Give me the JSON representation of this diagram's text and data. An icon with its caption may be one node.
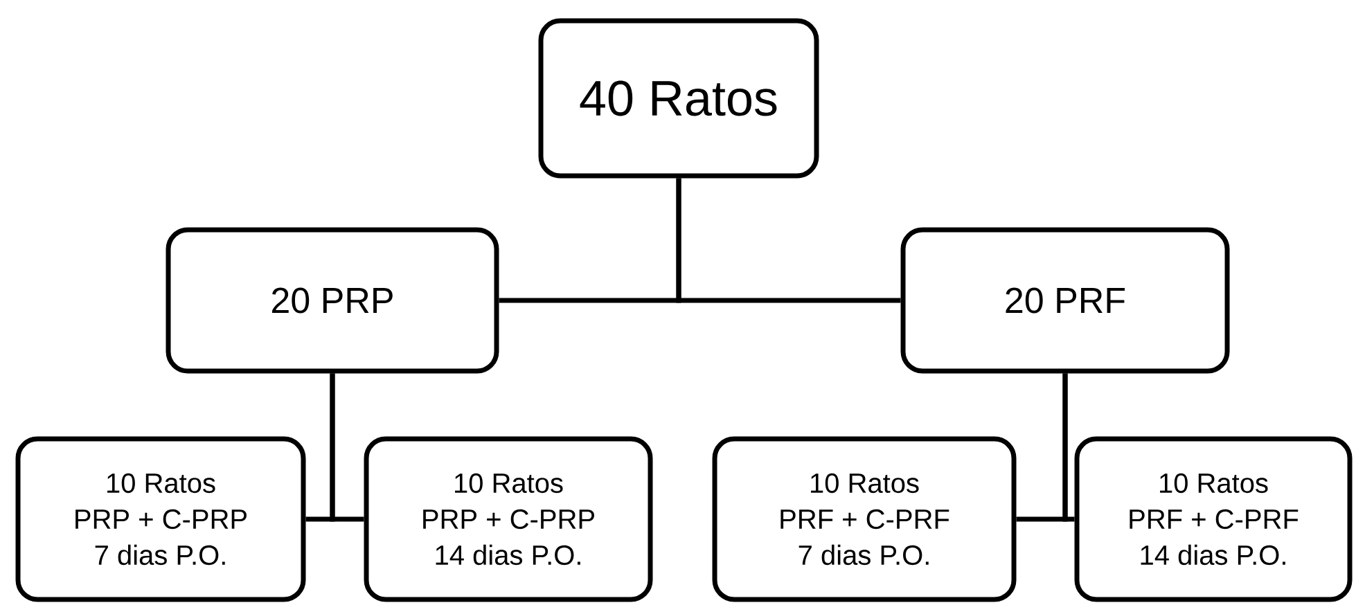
{
  "diagram": {
    "nodes": [
      {
        "text": [
          "40 Ratos"
        ]
      },
      {
        "text": [
          "20 PRP"
        ]
      },
      {
        "text": [
          "20 PRF"
        ]
      },
      {
        "text": [
          "10 Ratos",
          "PRP + C-PRP",
          "7 dias P.O."
        ]
      },
      {
        "text": [
          "10 Ratos",
          "PRP + C-PRP",
          "14 dias P.O."
        ]
      },
      {
        "text": [
          "10 Ratos",
          "PRF + C-PRF",
          "7 dias P.O."
        ]
      },
      {
        "text": [
          "10 Ratos",
          "PRF + C-PRF",
          "14 dias P.O."
        ]
      }
    ],
    "edges": [
      {
        "from": 0,
        "to": 1,
        "arrow": "none"
      },
      {
        "from": 0,
        "to": 2,
        "arrow": "none"
      },
      {
        "from": 1,
        "to": 3,
        "arrow": "none"
      },
      {
        "from": 1,
        "to": 4,
        "arrow": "none"
      },
      {
        "from": 2,
        "to": 5,
        "arrow": "none"
      },
      {
        "from": 2,
        "to": 6,
        "arrow": "none"
      }
    ]
  }
}
